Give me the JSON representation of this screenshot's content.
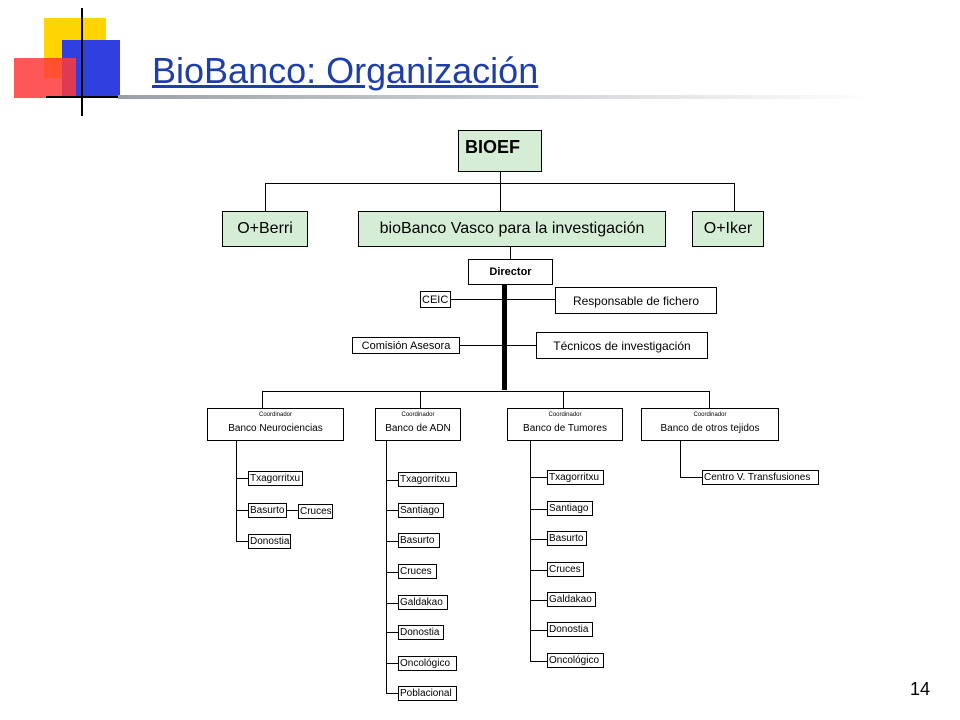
{
  "slide": {
    "title": "BioBanco: Organización",
    "page_number": "14"
  },
  "org": {
    "root": "BIOEF",
    "level2": {
      "left": "O+Berri",
      "center": "bioBanco  Vasco para  la investigación",
      "right": "O+Iker"
    },
    "director": "Director",
    "ceic": "CEIC",
    "responsable": "Responsable de fichero",
    "comision": "Comisión Asesora",
    "tecnicos": "Técnicos de investigación",
    "coordinator_label": "Coordinador",
    "banks": [
      {
        "name": "Banco Neurociencias",
        "sites": [
          "Txagorritxu",
          "Basurto",
          "Cruces",
          "Donostia"
        ]
      },
      {
        "name": "Banco de ADN",
        "sites": [
          "Txagorritxu",
          "Santiago",
          "Basurto",
          "Cruces",
          "Galdakao",
          "Donostia",
          "Oncológico",
          "Poblacional"
        ]
      },
      {
        "name": "Banco de Tumores",
        "sites": [
          "Txagorritxu",
          "Santiago",
          "Basurto",
          "Cruces",
          "Galdakao",
          "Donostia",
          "Oncológico"
        ]
      },
      {
        "name": "Banco de otros tejidos",
        "sites": [
          "Centro V. Transfusiones"
        ]
      }
    ]
  },
  "colors": {
    "title": "#1f3fa8",
    "root_fill": "#d4edd4",
    "deco_yellow": "#ffd400",
    "deco_red": "#ff3030",
    "deco_blue": "#3040e0"
  }
}
